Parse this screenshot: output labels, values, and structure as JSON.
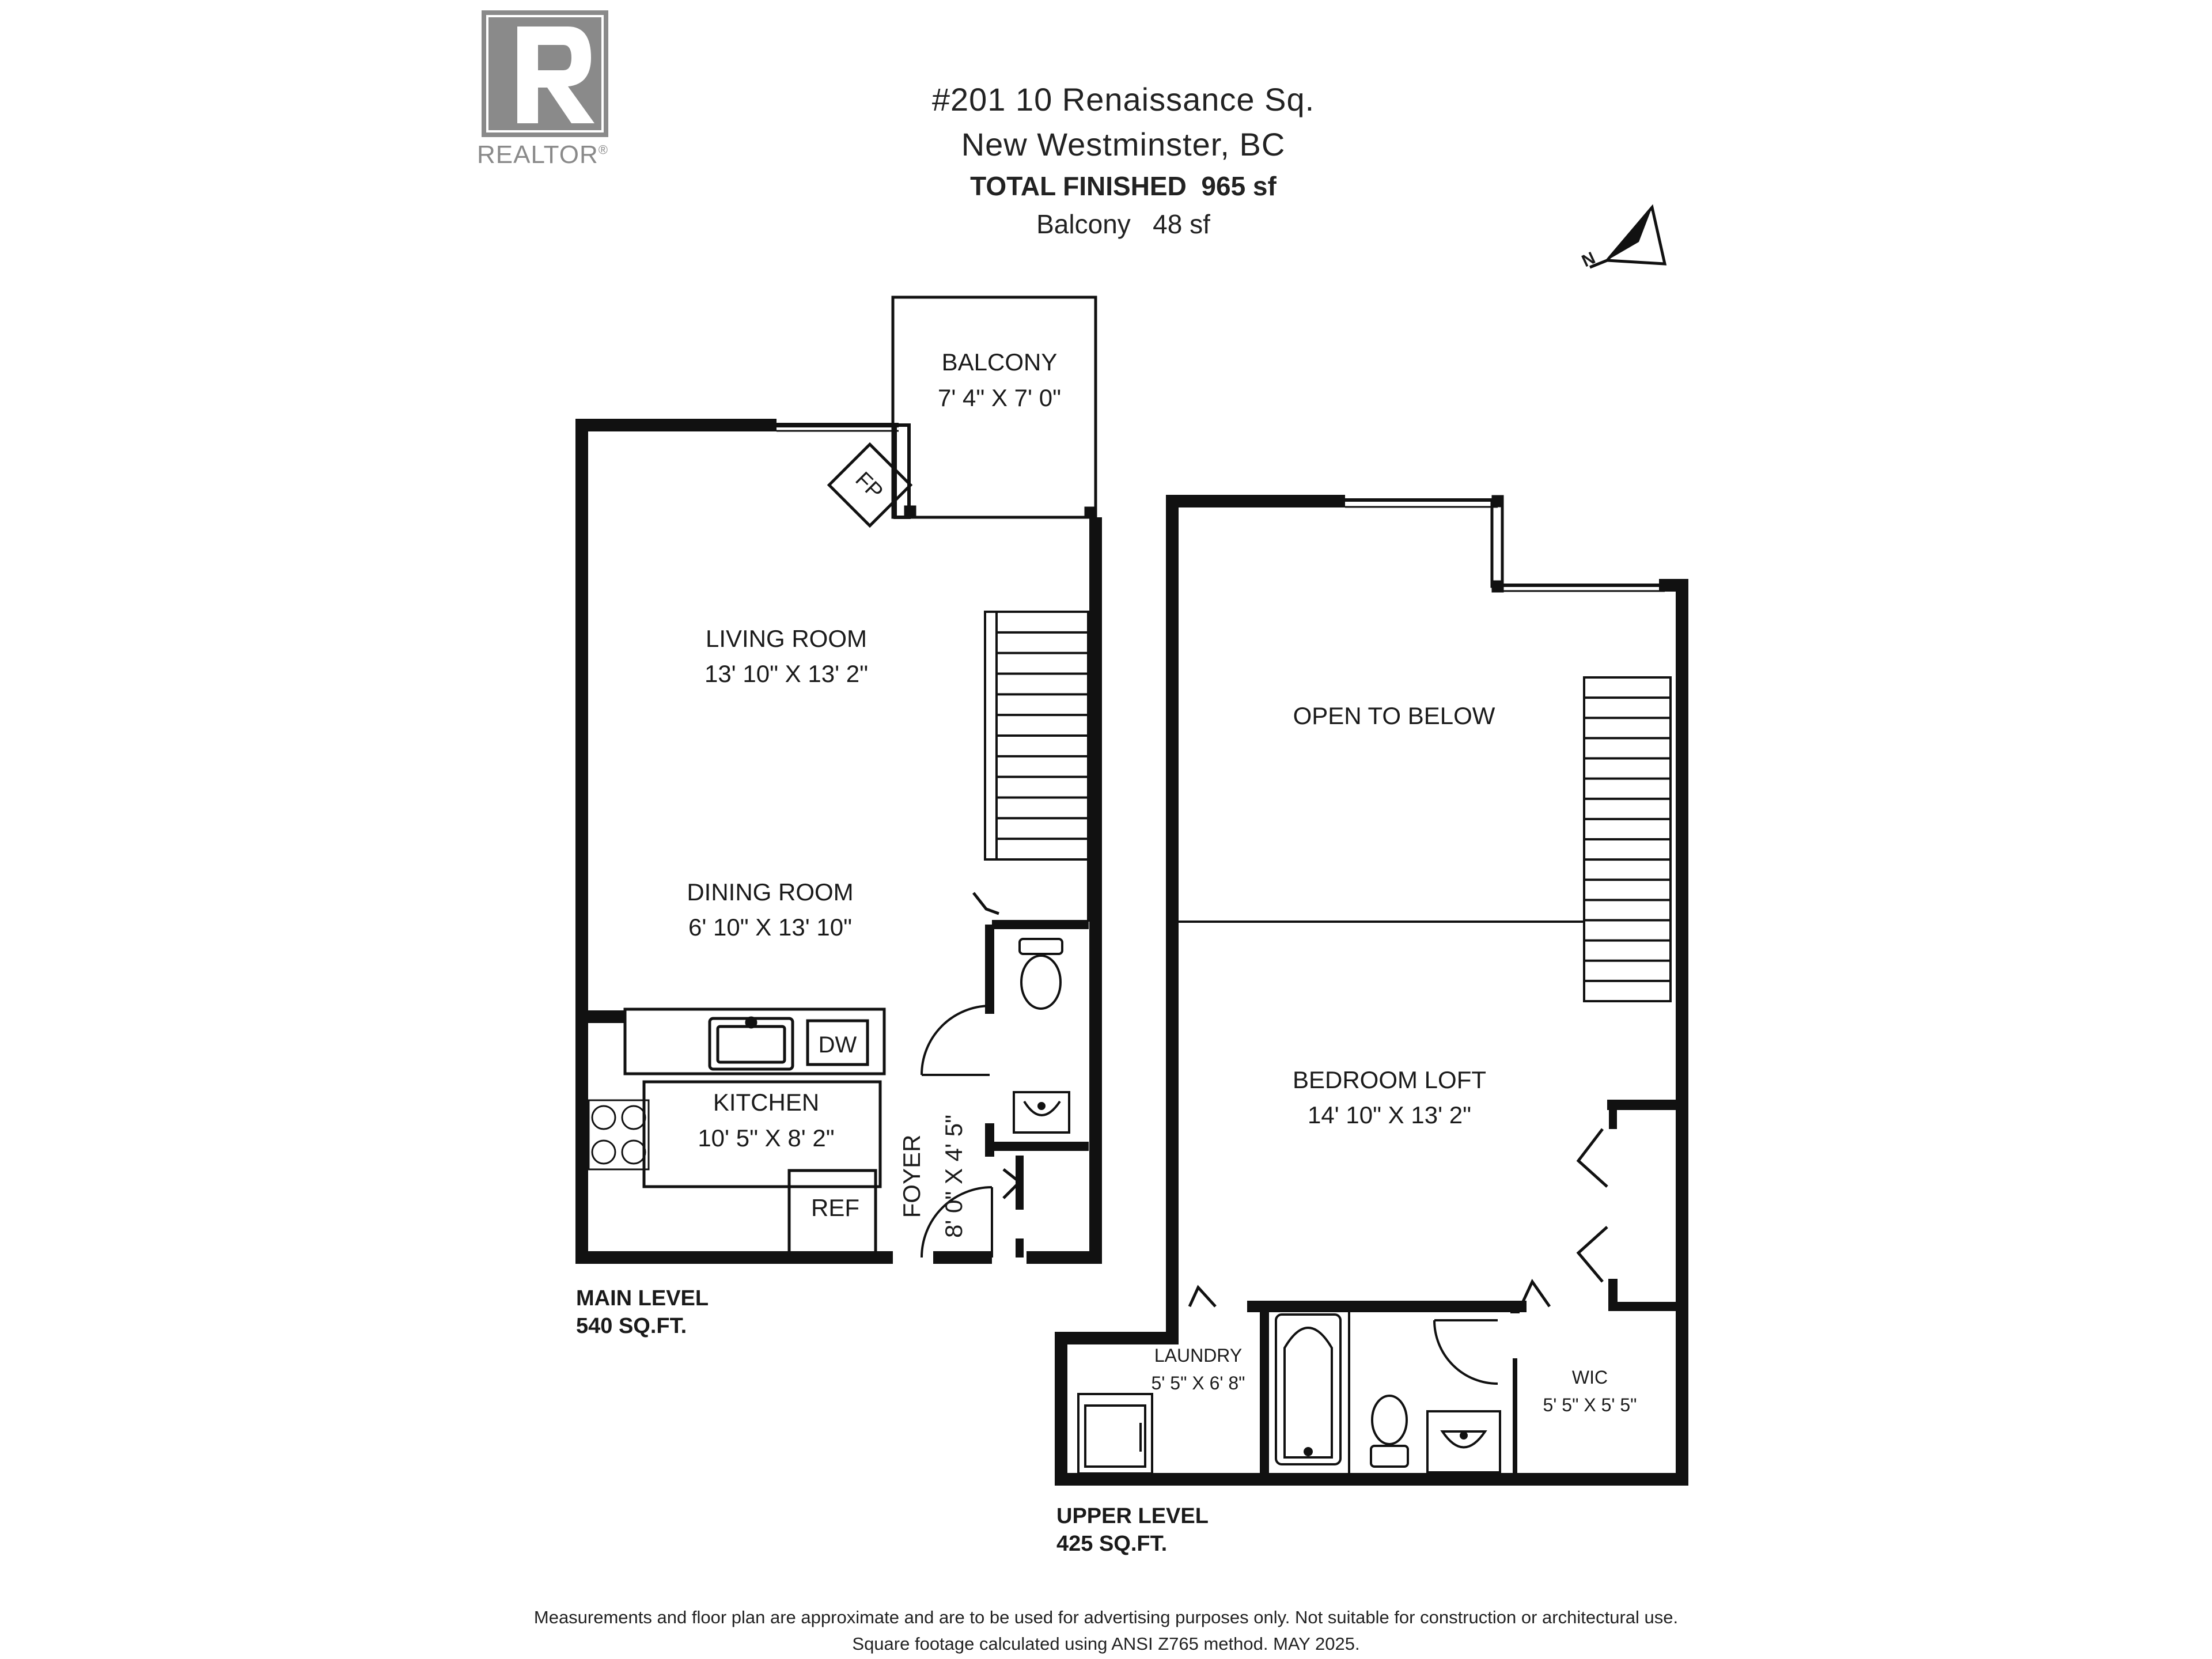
{
  "header": {
    "address_line1": "#201 10 Renaissance Sq.",
    "address_line2": "New Westminster, BC",
    "total_label": "TOTAL FINISHED",
    "total_value": "965 sf",
    "balcony_label": "Balcony",
    "balcony_value": "48 sf"
  },
  "logo": {
    "wordmark": "REALTOR",
    "mark": "®",
    "letter": "R"
  },
  "compass": {
    "label": "N"
  },
  "rooms": {
    "balcony": {
      "name": "BALCONY",
      "dims": "7' 4\" X 7' 0\""
    },
    "living": {
      "name": "LIVING ROOM",
      "dims": "13' 10\" X 13' 2\""
    },
    "dining": {
      "name": "DINING ROOM",
      "dims": "6' 10\" X 13' 10\""
    },
    "kitchen": {
      "name": "KITCHEN",
      "dims": "10' 5\" X 8' 2\""
    },
    "foyer": {
      "name": "FOYER",
      "dims": "8' 0\" X 4' 5\""
    },
    "open_below": {
      "name": "OPEN TO BELOW"
    },
    "bedroom_loft": {
      "name": "BEDROOM LOFT",
      "dims": "14' 10\" X 13' 2\""
    },
    "laundry": {
      "name": "LAUNDRY",
      "dims": "5' 5\" X 6' 8\""
    },
    "wic": {
      "name": "WIC",
      "dims": "5' 5\" X 5' 5\""
    }
  },
  "fixtures": {
    "fireplace": "FP",
    "dishwasher": "DW",
    "refrigerator": "REF"
  },
  "levels": {
    "main": {
      "name": "MAIN LEVEL",
      "area": "540 SQ.FT."
    },
    "upper": {
      "name": "UPPER LEVEL",
      "area": "425 SQ.FT."
    }
  },
  "disclaimer": {
    "line1": "Measurements and floor plan are approximate and are to be used for advertising purposes only. Not suitable for construction or architectural use.",
    "line2": "Square footage calculated using ANSI Z765 method. MAY 2025."
  },
  "colors": {
    "wall": "#111111",
    "logo_gray": "#8a8a8a",
    "text": "#1a1a1a"
  }
}
